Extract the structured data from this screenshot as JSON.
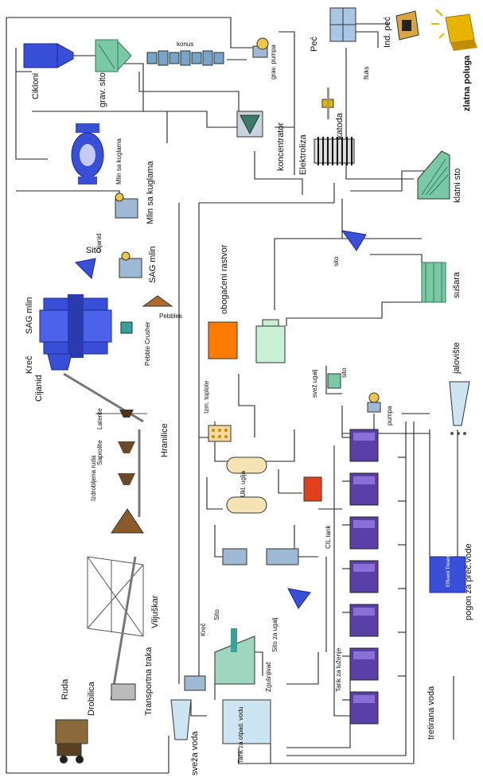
{
  "labels": {
    "peć_top": "Peć",
    "fluks": "fluks",
    "ind_pec": "Ind. peć",
    "zlatna_poluga": "zlatna poluga",
    "katoda": "katoda",
    "elektroliza": "Elektroliza",
    "klatni_sto": "klatni sto",
    "konus": "konus",
    "grav_pumpa": "grav. pumpa",
    "koncentrator": "koncentrator",
    "grav_sito": "grav. sito",
    "cikloni": "Cikloni",
    "mlin_sa_kuglama_small": "Mlin sa kuglama",
    "mlin_sa_kuglama": "Mlin sa kuglama",
    "sito_1": "Sito",
    "cijanid_1": "Cijanid",
    "sag_mlin_small": "SAG mlin",
    "sag_mlin": "SAG mlin",
    "pebbles": "Pebbles",
    "pebble_crusher": "Pebble Crusher",
    "kreč_1": "Kreč",
    "cijanid_2": "Cijanid",
    "obogaceni_rastvor": "obogaćeni rastvor",
    "izm_toplote": "Izm. toplote",
    "ukl_uglja": "Ukl. uglja",
    "sito_2": "sito",
    "susara": "sušara",
    "jaloviste": "jalovište",
    "svez_ugalj": "svež ugalj",
    "sito_3": "sito",
    "pumpa": "pumpa",
    "cil_tank": "CIL tank",
    "hranilice": "Hranilice",
    "saprolite": "Saprolite",
    "laterite": "Laterite",
    "izdrobljena_ruda": "Izdrobljena ruda",
    "viljuskar": "Viljuškar",
    "transportna_traka": "Transportna traka",
    "drobilica": "Drobilica",
    "ruda": "Ruda",
    "kreč_2": "Kreč",
    "sito_4": "Sito",
    "zgusnjivac": "Zgušnjivač",
    "sito_za_ugalj": "Sito za ugalj",
    "tank_za_luzenje": "Tank za luženje",
    "tretirana_voda": "tretirana voda",
    "pogon_za_prec_vode": "pogon za preč.vode",
    "effluent_plant": "Effluent Treatment Plant",
    "sveza_voda": "sveža voda",
    "tank_za_otp_vodu": "Tank za otpad. vodu"
  },
  "colors": {
    "blue_equipment": "#3a4fd8",
    "green_equipment": "#7bc8a4",
    "orange_tank": "#ff7a00",
    "red_box": "#e0401c",
    "purple_tank": "#5a3fa6",
    "brown_ore": "#8a5a2b",
    "gold": "#e8b400"
  },
  "icons": [
    "furnace-icon",
    "induction-furnace-icon",
    "gold-bar-icon",
    "cyclone-icon",
    "ball-mill-icon",
    "sag-mill-icon",
    "screen-icon",
    "thickener-icon",
    "truck-icon",
    "crusher-icon",
    "crane-icon",
    "pump-icon",
    "tank-icon"
  ]
}
